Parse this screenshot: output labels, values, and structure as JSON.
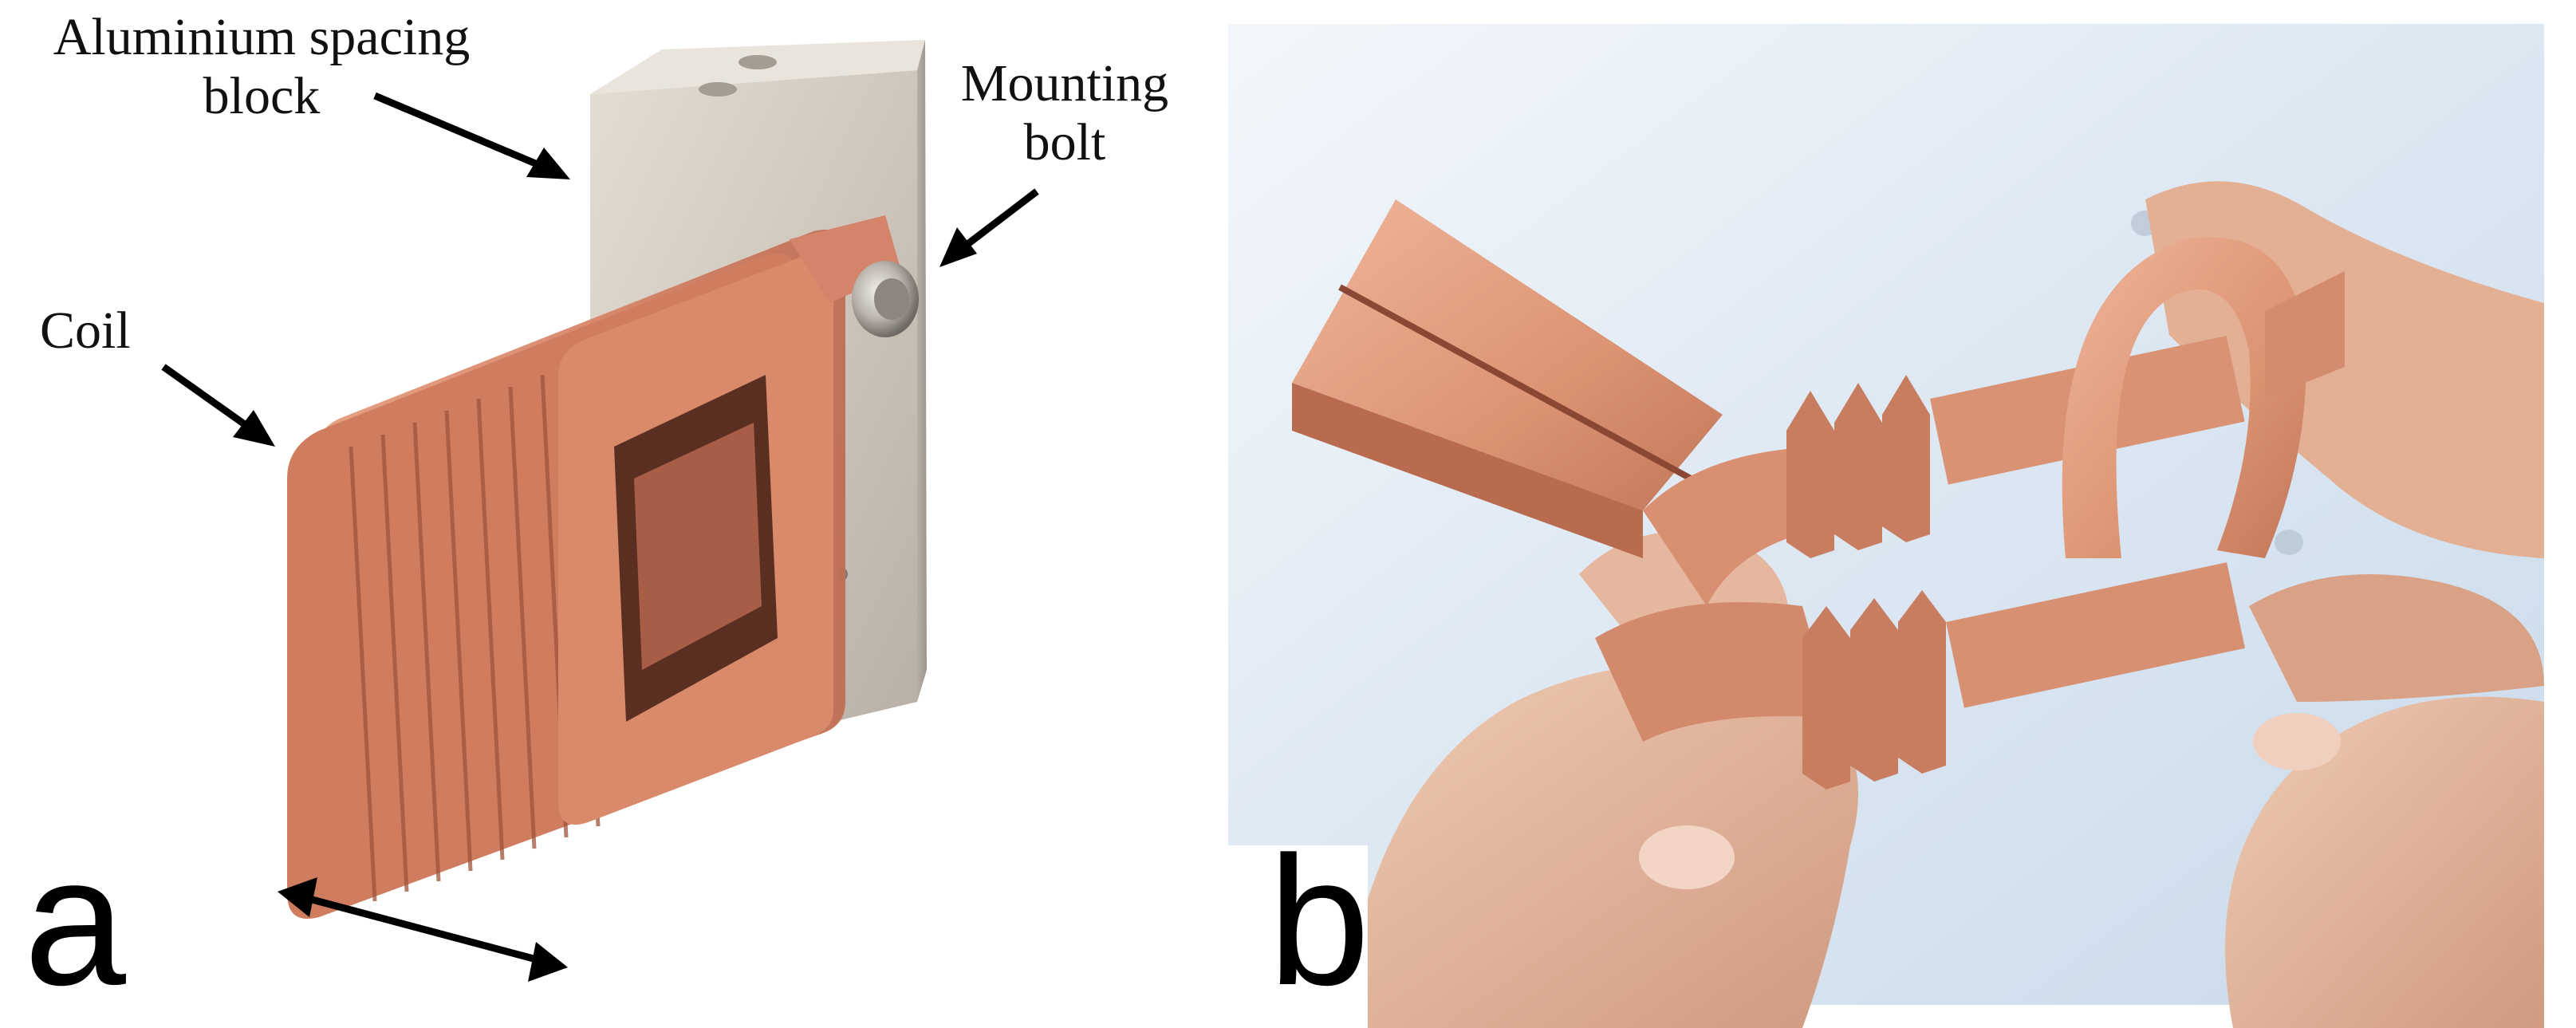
{
  "panels": [
    {
      "letter": "a",
      "callouts": {
        "block_line1": "Aluminium spacing",
        "block_line2": "block",
        "bolt_line1": "Mounting",
        "bolt_line2": "bolt",
        "coil": "Coil"
      }
    },
    {
      "letter": "b"
    }
  ],
  "colors": {
    "copper": "#d98a6a",
    "copper_dark": "#b9654a",
    "aluminium": "#cdc6bd",
    "background_b": "#dfe9f3",
    "skin": "#e2b49a"
  }
}
